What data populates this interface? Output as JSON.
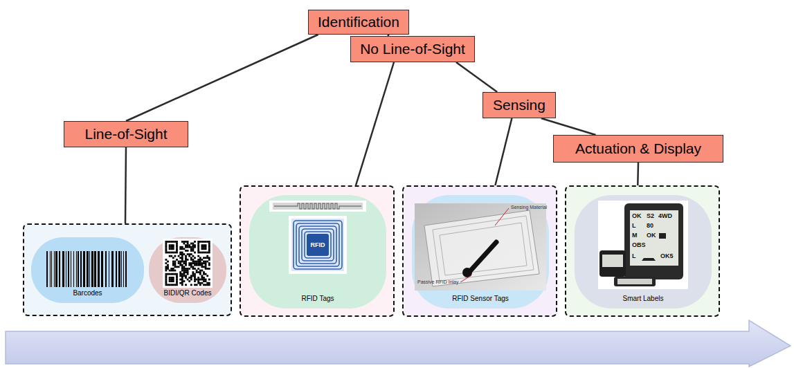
{
  "diagram": {
    "nodes": [
      {
        "text": [
          "Identification"
        ]
      },
      {
        "text": [
          "No Line-of-Sight"
        ]
      },
      {
        "text": [
          "Line-of-Sight"
        ]
      },
      {
        "text": [
          "Sensing"
        ]
      },
      {
        "text": [
          "Actuation & Display"
        ]
      },
      {},
      {
        "text": [
          "Barcodes"
        ],
        "in": 5
      },
      {
        "text": [
          "BIDI/QR Codes"
        ],
        "in": 5
      },
      {},
      {
        "text": [
          "RFID Tags"
        ],
        "in": 8
      },
      {},
      {
        "text": [
          "RFID Sensor Tags"
        ],
        "in": 10
      },
      {},
      {
        "text": [
          "Smart Labels"
        ],
        "in": 12
      }
    ],
    "edges": [
      {
        "from": 0,
        "to": 2,
        "arrow": "none"
      },
      {
        "from": 0,
        "to": 1,
        "arrow": "none"
      },
      {
        "from": 2,
        "to": 5,
        "arrow": "none"
      },
      {
        "from": 1,
        "to": 8,
        "arrow": "none"
      },
      {
        "from": 1,
        "to": 3,
        "arrow": "none"
      },
      {
        "from": 3,
        "to": 10,
        "arrow": "none"
      },
      {
        "from": 3,
        "to": 4,
        "arrow": "none"
      },
      {
        "from": 4,
        "to": 12,
        "arrow": "none"
      }
    ],
    "labels": [
      "RFID",
      "Sensing Material",
      "Passive RFID Inlay",
      "OK",
      "S2",
      "4WD",
      "L",
      "80",
      "M",
      "OK",
      "OBS",
      "L",
      "OK5"
    ]
  }
}
